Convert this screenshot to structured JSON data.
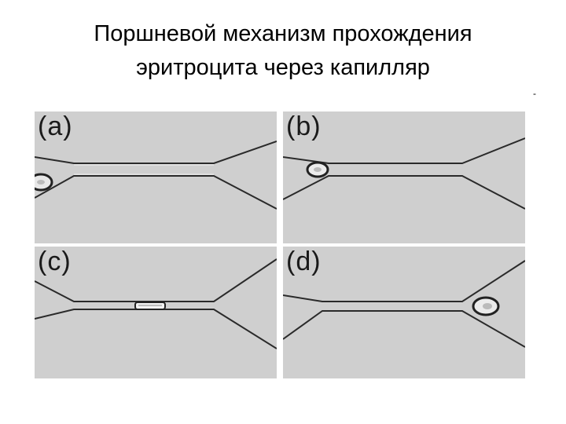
{
  "slide": {
    "title_line1": "Поршневой механизм прохождения",
    "title_line2": "эритроцита через капилляр",
    "corner_mark": "-"
  },
  "figure": {
    "panels": [
      {
        "label": "(a)",
        "cell_stage": "entering"
      },
      {
        "label": "(b)",
        "cell_stage": "at-inlet"
      },
      {
        "label": "(c)",
        "cell_stage": "in-capillary"
      },
      {
        "label": "(d)",
        "cell_stage": "exited"
      }
    ],
    "colors": {
      "background": "#cfcfcf",
      "wall": "#2a2a2a"
    }
  }
}
